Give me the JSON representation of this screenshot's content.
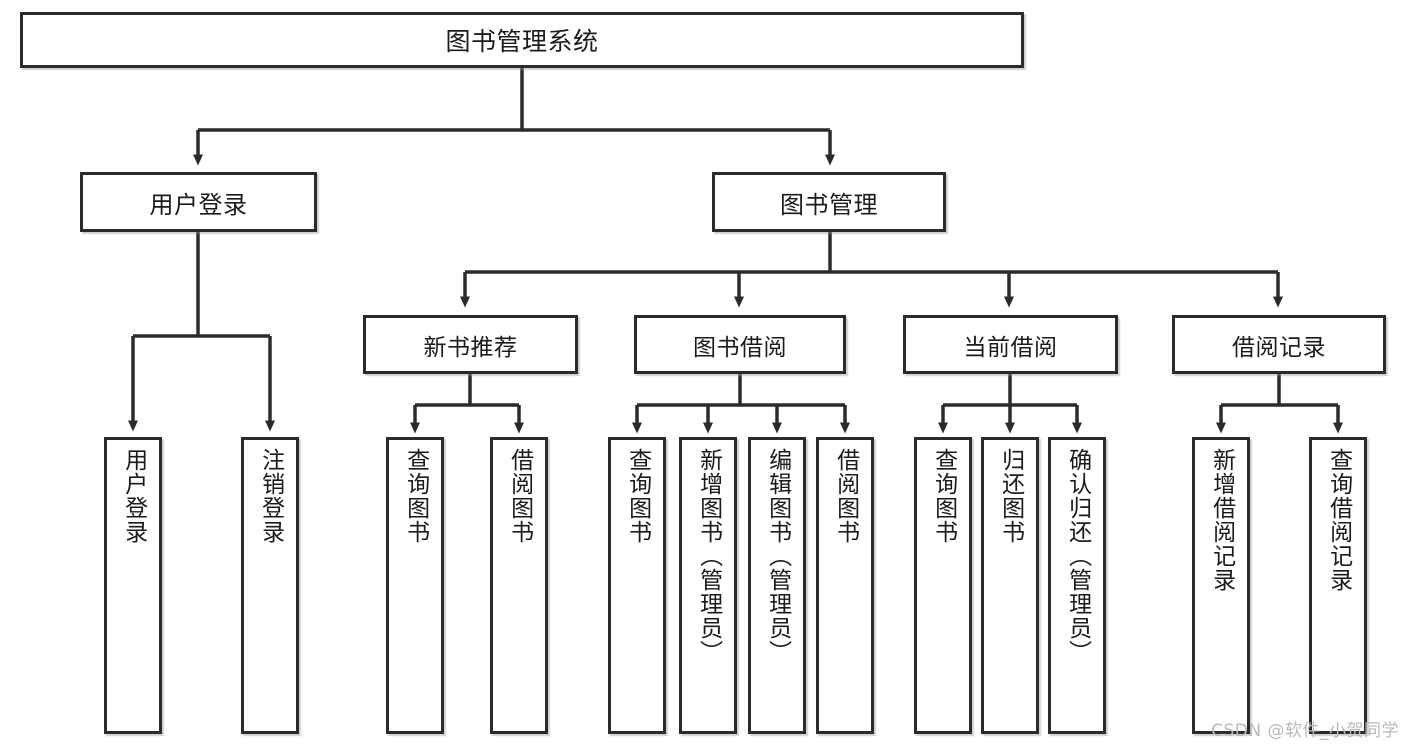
{
  "diagram": {
    "type": "tree-hierarchy",
    "title": "图书管理系统",
    "watermark": "CSDN @软件_小贺同学",
    "colors": {
      "stroke": "#2b2b2b",
      "fill": "#ffffff",
      "text": "#1b1b1b",
      "watermark": "#b9b9b9"
    },
    "nodes": {
      "root": {
        "label": "图书管理系统"
      },
      "level2": [
        {
          "label": "用户登录"
        },
        {
          "label": "图书管理"
        }
      ],
      "level3": [
        {
          "label": "新书推荐"
        },
        {
          "label": "图书借阅"
        },
        {
          "label": "当前借阅"
        },
        {
          "label": "借阅记录"
        }
      ],
      "leaves": {
        "user_login": [
          {
            "label": "用户登录"
          },
          {
            "label": "注销登录"
          }
        ],
        "new_book": [
          {
            "label": "查询图书"
          },
          {
            "label": "借阅图书"
          }
        ],
        "book_borrow": [
          {
            "label": "查询图书"
          },
          {
            "label": "新增图书（管理员）"
          },
          {
            "label": "编辑图书（管理员）"
          },
          {
            "label": "借阅图书"
          }
        ],
        "current_borrow": [
          {
            "label": "查询图书"
          },
          {
            "label": "归还图书"
          },
          {
            "label": "确认归还（管理员）"
          }
        ],
        "borrow_record": [
          {
            "label": "新增借阅记录"
          },
          {
            "label": "查询借阅记录"
          }
        ]
      }
    }
  }
}
